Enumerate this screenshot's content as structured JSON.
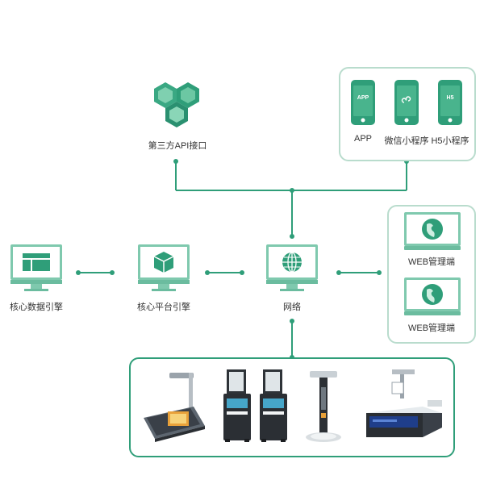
{
  "colors": {
    "accent": "#2f9e79",
    "accent_dark": "#1f7a5c",
    "accent_light": "#6cc7a3",
    "panel_border": "#b9dccd",
    "line": "#2f9e79"
  },
  "api": {
    "label": "第三方API接口",
    "icon": "hexagon-cluster-icon"
  },
  "mobile": {
    "items": [
      {
        "badge": "APP",
        "label": "APP"
      },
      {
        "badge": "mini-program-icon",
        "label": "微信小程序"
      },
      {
        "badge": "H5",
        "label": "H5小程序"
      }
    ]
  },
  "web": {
    "items": [
      {
        "label": "WEB管理端"
      },
      {
        "label": "WEB管理端"
      }
    ]
  },
  "nodes": {
    "data_engine": {
      "label": "核心数据引擎",
      "icon": "layout-grid-icon"
    },
    "platform_engine": {
      "label": "核心平台引擎",
      "icon": "cube-icon"
    },
    "network": {
      "label": "网络",
      "icon": "globe-icon"
    }
  },
  "devices": {
    "items": [
      {
        "name": "document-camera-device"
      },
      {
        "name": "self-service-kiosk-device"
      },
      {
        "name": "self-service-kiosk-device-2"
      },
      {
        "name": "vertical-scanner-device"
      },
      {
        "name": "desktop-scanner-device"
      }
    ]
  }
}
